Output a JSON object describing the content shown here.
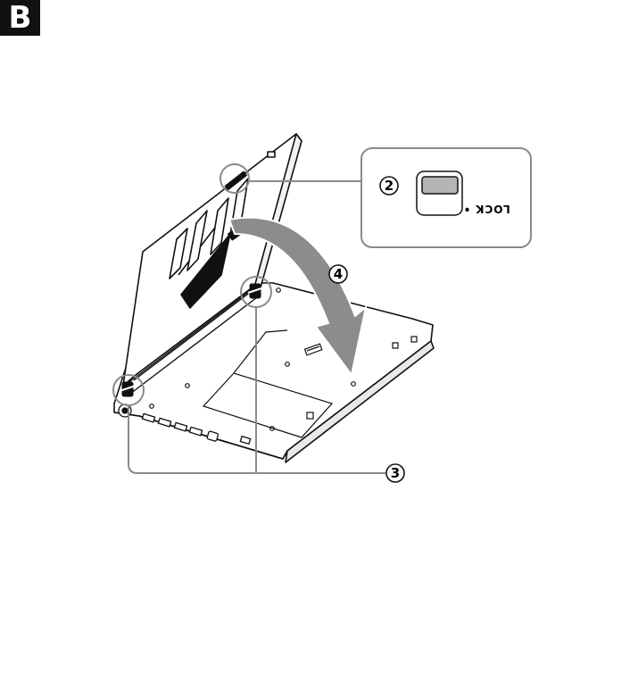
{
  "section": {
    "letter": "B"
  },
  "callouts": {
    "step2": "2",
    "step3": "3",
    "step4": "4"
  },
  "inset": {
    "switch_label": "LOCK",
    "switch_dot": "•"
  },
  "colors": {
    "line": "#111111",
    "callout_frame": "#8a8a8a",
    "arrow_fill": "#8c8c8c",
    "switch_fill": "#b5b5b5"
  }
}
